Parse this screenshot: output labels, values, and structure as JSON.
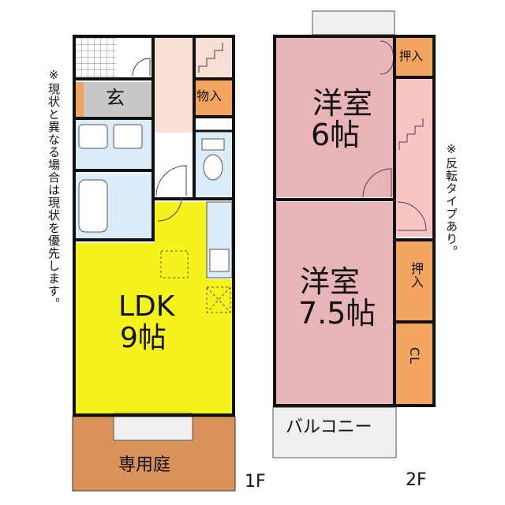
{
  "floor1": {
    "label": "1F",
    "rooms": {
      "entrance": "玄",
      "storage": "物入",
      "ldk_name": "LDK",
      "ldk_size": "9帖",
      "garden": "専用庭"
    }
  },
  "floor2": {
    "label": "2F",
    "rooms": {
      "western1_name": "洋室",
      "western1_size": "6帖",
      "western2_name": "洋室",
      "western2_size": "7.5帖",
      "closet_top": "押入",
      "closet_mid": "押入",
      "cl": "CL",
      "balcony": "バルコニー"
    }
  },
  "notes": {
    "left": "※現状と異なる場合は現状を優先します。",
    "right": "※反転タイプあり。"
  },
  "colors": {
    "wall": "#111111",
    "ldk": "#f6f21c",
    "bedroom": "#e8b4b8",
    "closet": "#f2a55f",
    "garden": "#d9925a",
    "wet_area": "#d9ecf8",
    "hall": "#f8dfd6",
    "entrance": "#c8c8c8",
    "balcony": "#efefef"
  }
}
